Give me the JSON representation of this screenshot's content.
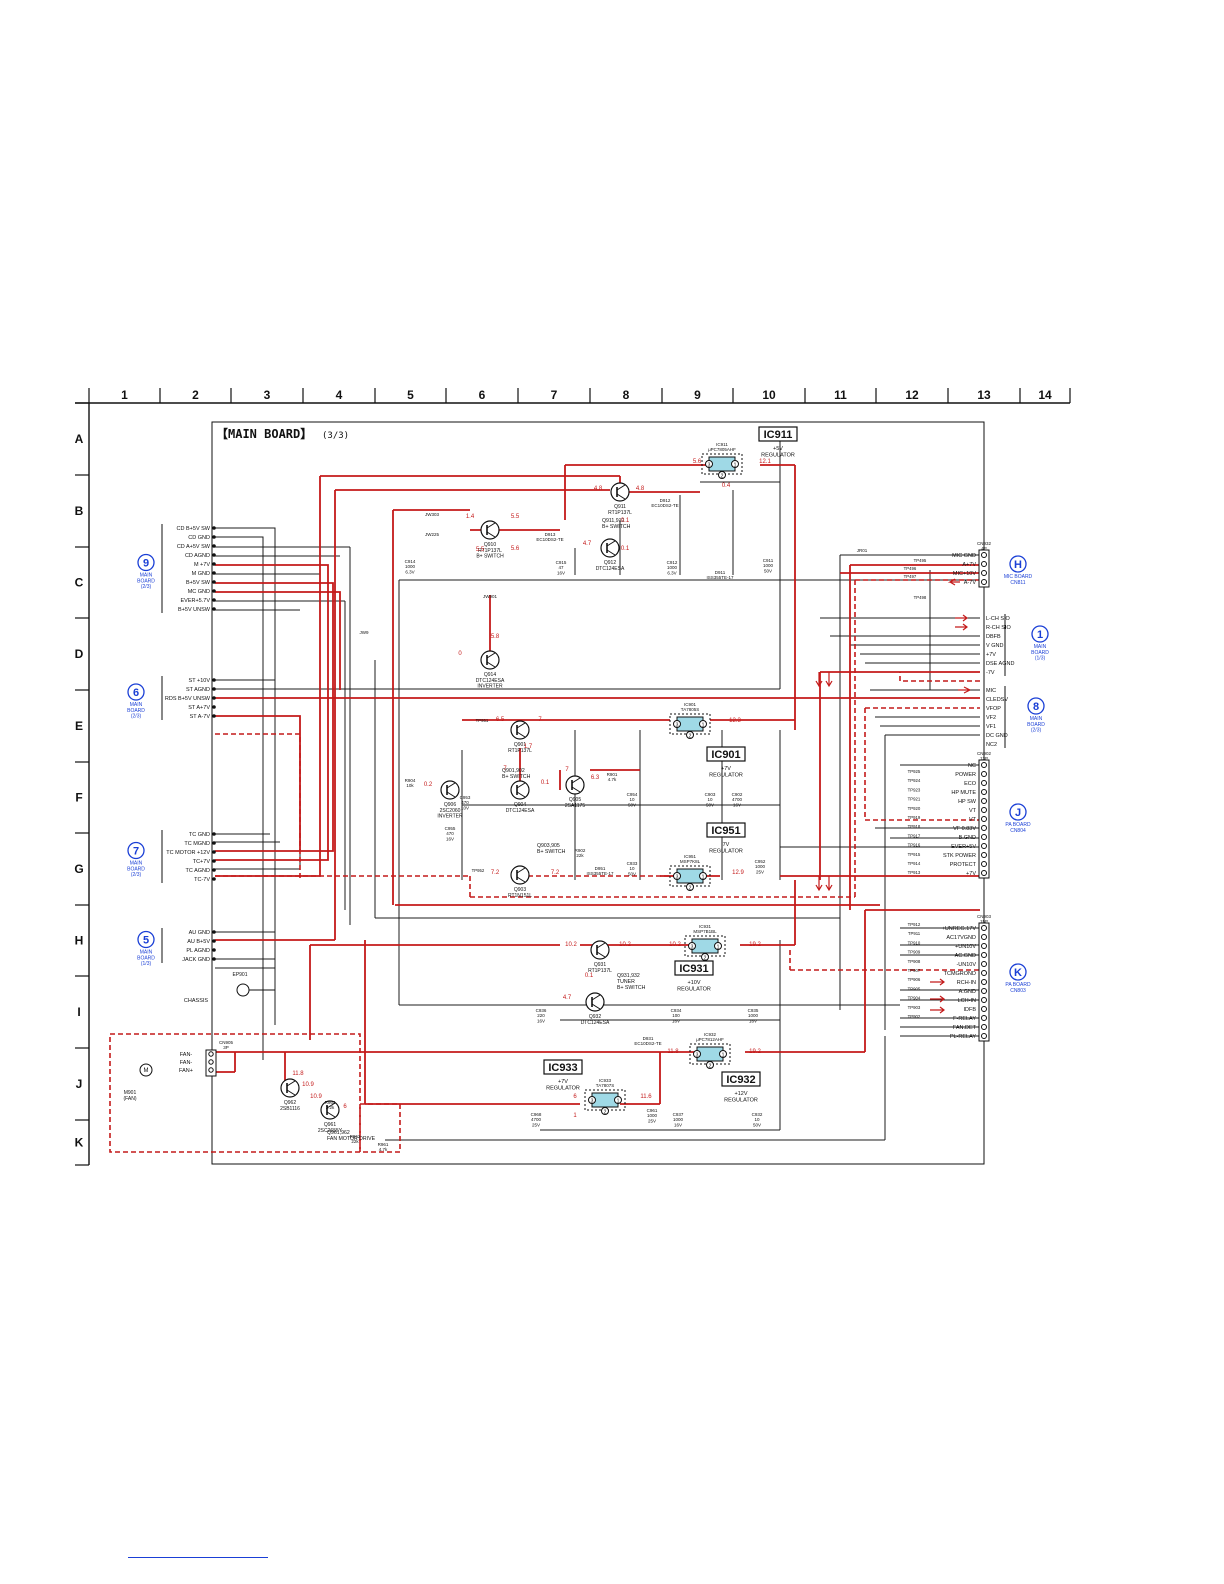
{
  "grid": {
    "columns": [
      "1",
      "2",
      "3",
      "4",
      "5",
      "6",
      "7",
      "8",
      "9",
      "10",
      "11",
      "12",
      "13",
      "14"
    ],
    "rows": [
      "A",
      "B",
      "C",
      "D",
      "E",
      "F",
      "G",
      "H",
      "I",
      "J",
      "K"
    ]
  },
  "board": {
    "title": "【MAIN BOARD】",
    "sheet": "(3/3)"
  },
  "ic_blocks": [
    {
      "name": "IC911",
      "part": "IC911\nμPC7805AHF",
      "role": "+5V\nREGULATOR"
    },
    {
      "name": "IC901",
      "part": "IC901\nTA7805S",
      "role": "+7V\nREGULATOR"
    },
    {
      "name": "IC951",
      "part": "IC951\nMSP7K8L",
      "role": "7V\nREGULATOR"
    },
    {
      "name": "IC931",
      "part": "IC931\nMSP7B1BL",
      "role": "+10V\nREGULATOR"
    },
    {
      "name": "IC933",
      "part": "IC933\nTA7807S",
      "role": "+7V\nREGULATOR"
    },
    {
      "name": "IC932",
      "part": "IC932\nμPC7812AHF",
      "role": "+12V\nREGULATOR"
    }
  ],
  "transistors": [
    {
      "ref": "Q910\nRT1P137L",
      "role": "B+ SWITCH"
    },
    {
      "ref": "Q911\nRT1P137L",
      "role": ""
    },
    {
      "ref": "Q911,912",
      "role": "B+ SWITCH"
    },
    {
      "ref": "Q912\nDTC124ESA",
      "role": ""
    },
    {
      "ref": "Q914\nDTC124ESA",
      "role": "INVERTER"
    },
    {
      "ref": "Q901\nRT1P137L",
      "role": ""
    },
    {
      "ref": "Q901,902",
      "role": "B+ SWITCH"
    },
    {
      "ref": "Q906\n2SC2060",
      "role": "INVERTER"
    },
    {
      "ref": "Q905\n2SA1175",
      "role": ""
    },
    {
      "ref": "Q904\nDTC124ESA",
      "role": ""
    },
    {
      "ref": "Q903,905",
      "role": "B+ SWITCH"
    },
    {
      "ref": "Q903\nRT1N151L",
      "role": ""
    },
    {
      "ref": "Q931\nRT1P137L",
      "role": ""
    },
    {
      "ref": "Q931,932",
      "role": "TUNER\nB+ SWITCH"
    },
    {
      "ref": "Q932\nDTC124ESA",
      "role": ""
    },
    {
      "ref": "Q962\n2SB1116",
      "role": ""
    },
    {
      "ref": "Q961\n2SC2655Y",
      "role": ""
    },
    {
      "ref": "Q961,962",
      "role": "FAN MOTOR DRIVE"
    }
  ],
  "connectors_left": [
    {
      "id": "9",
      "board": "MAIN\nBOARD\n(2/3)",
      "pins": [
        "CD B+5V SW",
        "CD GND",
        "CD A+5V SW",
        "CD AGND",
        "M +7V",
        "M GND",
        "B+5V SW",
        "MC GND",
        "EVER+5.7V",
        "B+5V UNSW"
      ]
    },
    {
      "id": "6",
      "board": "MAIN\nBOARD\n(2/3)",
      "pins": [
        "ST +10V",
        "ST AGND",
        "RDS B+5V UNSW",
        "ST A+7V",
        "ST A-7V"
      ]
    },
    {
      "id": "7",
      "board": "MAIN\nBOARD\n(2/3)",
      "pins": [
        "TC GND",
        "TC MGND",
        "TC MOTOR +12V",
        "TC+7V",
        "TC AGND",
        "TC-7V"
      ]
    },
    {
      "id": "5",
      "board": "MAIN\nBOARD\n(1/3)",
      "pins": [
        "AU GND",
        "AU B+5V",
        "PL AGND",
        "JACK GND"
      ]
    }
  ],
  "connectors_right": [
    {
      "id": "H",
      "board": "MIC BOARD\nCN811",
      "header": "CN932\n4P",
      "pins": [
        "MIC GND",
        "A+7V",
        "MIC+10V",
        "A-7V"
      ]
    },
    {
      "id": "1",
      "board": "MAIN\nBOARD\n(1/3)",
      "header": "",
      "pins": [
        "L-CH SIO",
        "R-CH SIO",
        "DBFB",
        "V GND",
        "+7V",
        "DSE AGND",
        "-7V"
      ]
    },
    {
      "id": "8",
      "board": "MAIN\nBOARD\n(2/3)",
      "header": "",
      "pins": [
        "MIC",
        "CLEDSV",
        "VFOP",
        "VF2",
        "VF1",
        "DC GND",
        "NC2"
      ]
    },
    {
      "id": "J",
      "board": "PA BOARD\nCN804",
      "header": "CN902\n13P",
      "pins": [
        "NC",
        "POWER",
        "ECO",
        "HP MUTE",
        "HP SW",
        "VT",
        "VT",
        "VF 0.83V",
        "B.GND",
        "EVER+5V",
        "STK POWER",
        "PROTECT",
        "+7V"
      ]
    },
    {
      "id": "K",
      "board": "PA BOARD\nCN803",
      "header": "CN903\n15P",
      "pins": [
        "+UNREG.17V",
        "AC17VGND",
        "+UN10V",
        "AC.GND",
        "-UN10V",
        "TCMGROND",
        "RCH-IN",
        "A.GND",
        "LCH-IN",
        "IDFB",
        "F-RELAY",
        "FAN.DET",
        "PL-RELAY"
      ]
    }
  ],
  "fan": {
    "motor": "M901\n(FAN)",
    "connector": "CN905\n3P",
    "pins": [
      "FAN-",
      "FAN-",
      "FAN+"
    ]
  },
  "chassis": {
    "label": "EP901\nCHASSIS"
  },
  "voltages": [
    "5.6",
    "12.1",
    "0.4",
    "4.8",
    "4.8",
    "1.4",
    "5.5",
    "0.1",
    "4.7",
    "5.5",
    "5.6",
    "0.1",
    "5.8",
    "0",
    "6.5",
    "7",
    "1.7",
    "7",
    "0.1",
    "6.3",
    "7",
    "0.2",
    "12.3",
    "7.2",
    "7.2",
    "12.9",
    "10.2",
    "10.2",
    "10.2",
    "19.2",
    "0.1",
    "4.7",
    "11.8",
    "19.2",
    "11.6",
    "6",
    "1",
    "11.8",
    "10.9",
    "10.9",
    "6"
  ],
  "jumpers": [
    "JW303",
    "JW225",
    "JW901",
    "JW9",
    "JR01"
  ],
  "test_points": [
    "TP495",
    "TP496",
    "TP497",
    "TP498",
    "TP951",
    "TP952",
    "TP925",
    "TP924",
    "TP923",
    "TP921",
    "TP920",
    "TP919",
    "TP918",
    "TP917",
    "TP916",
    "TP915",
    "TP914",
    "TP913",
    "TP912",
    "TP911",
    "TP910",
    "TP909",
    "TP908",
    "TP907",
    "TP906",
    "TP905",
    "TP904",
    "TP903",
    "TP902"
  ],
  "capacitors": [
    "C914\n1000\n6.3V",
    "C915\n47\n16V",
    "C912\n1000\n6.3V",
    "C911\n1000\n50V",
    "C953\n470\n10V",
    "C955\n470\n16V",
    "C954\n10\n50V",
    "C903\n10\n50V",
    "C902\n4700\n16V",
    "C952\n1000\n25V",
    "C933\n10\n50V",
    "C936\n220\n16V",
    "C934\n100\n16V",
    "C935\n1000\n16V",
    "C937\n1000\n16V",
    "C932\n10\n50V",
    "C961\n1000\n25V",
    "C968\n4700\n25V"
  ],
  "resistors": [
    "R904\n10k",
    "R902\n22k",
    "R901\n4.7k",
    "R963\n2.2k",
    "R962\n22k",
    "R961\n4.7k"
  ],
  "diodes": [
    "D912\nEC10DS2-TE",
    "D913\nEC10DS2-TE",
    "D911\nISS355TE-17",
    "D951\nISS355TE-17",
    "D931\nEC10DS2-TE"
  ],
  "colors": {
    "power_line": "#c41a1a",
    "signal_line": "#1c1c1c",
    "ic_fill": "#9fd9e6",
    "callout": "#1a3fd6"
  }
}
